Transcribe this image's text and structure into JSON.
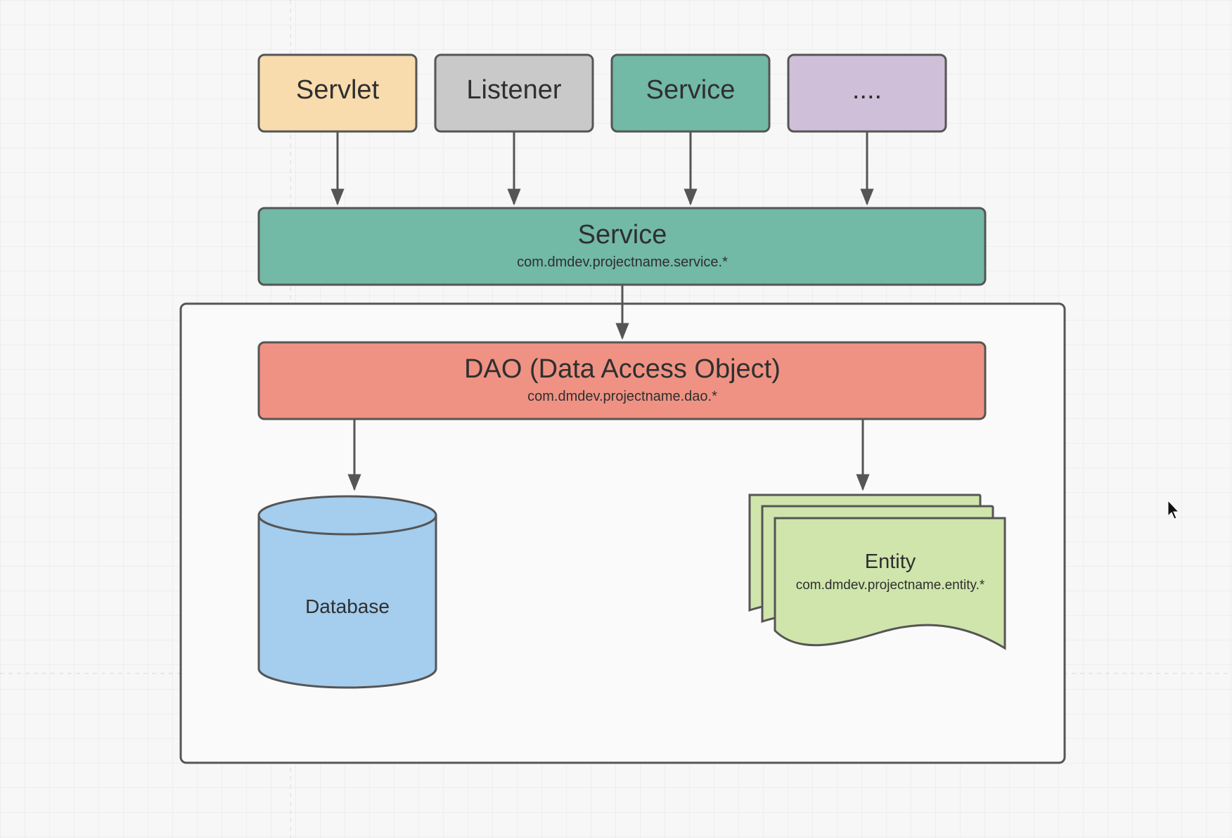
{
  "colors": {
    "background": "#f7f7f7",
    "grid": "#e6e6e6",
    "stroke": "#555555",
    "servlet": "#f8dcae",
    "listener": "#c9c9c9",
    "service": "#72b9a6",
    "more": "#cfbfd8",
    "dao": "#ef9283",
    "database": "#a4cdee",
    "entity": "#cfe5ac",
    "container": "#fafafa"
  },
  "top_boxes": [
    {
      "label": "Servlet",
      "color_key": "servlet"
    },
    {
      "label": "Listener",
      "color_key": "listener"
    },
    {
      "label": "Service",
      "color_key": "service"
    },
    {
      "label": "....",
      "color_key": "more"
    }
  ],
  "service_layer": {
    "title": "Service",
    "package": "com.dmdev.projectname.service.*"
  },
  "dao_layer": {
    "title": "DAO (Data Access Object)",
    "package": "com.dmdev.projectname.dao.*"
  },
  "database": {
    "label": "Database"
  },
  "entity": {
    "title": "Entity",
    "package": "com.dmdev.projectname.entity.*"
  }
}
